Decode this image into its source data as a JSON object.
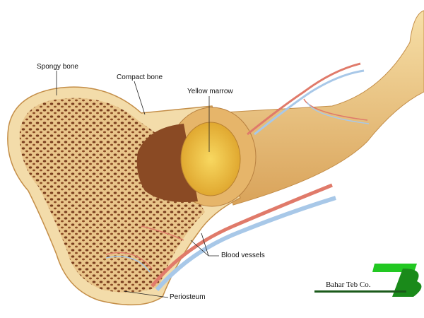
{
  "labels": {
    "spongy_bone": "Spongy bone",
    "compact_bone": "Compact bone",
    "yellow_marrow": "Yellow marrow",
    "blood_vessels": "Blood vessels",
    "periosteum": "Periosteum"
  },
  "logo": {
    "text": "Bahar Teb Co.",
    "mark": "TB",
    "color": "#22c822"
  },
  "colors": {
    "bone": "#f1d08c",
    "bone_dark": "#d9a75a",
    "marrow": "#f0c040",
    "artery": "#e07a6a",
    "vein": "#a8c8e8"
  }
}
